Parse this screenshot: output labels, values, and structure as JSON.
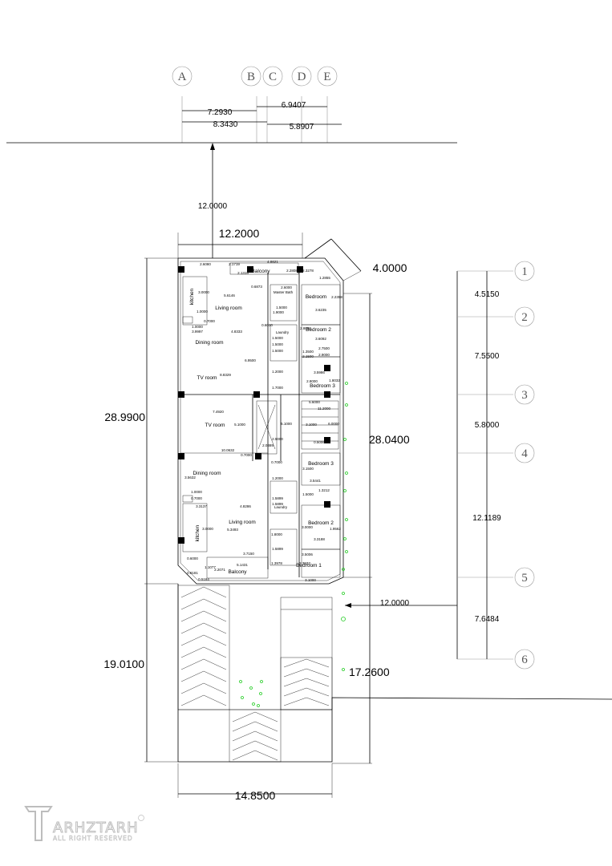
{
  "grid_axes_top": [
    "A",
    "B",
    "C",
    "D",
    "E"
  ],
  "grid_axes_right": [
    "1",
    "2",
    "3",
    "4",
    "5",
    "6"
  ],
  "dims_top": {
    "d1": "7.2930",
    "d2": "6.9407",
    "d3": "8.3430",
    "d4": "5.8907"
  },
  "dims_main": {
    "setback": "12.0000",
    "width_top": "12.2000",
    "corner": "4.0000",
    "left_total": "28.9900",
    "right_total": "28.0400",
    "side_12": "12.0000",
    "left_lower": "19.0100",
    "right_lower": "17.2600",
    "width_bottom": "14.8500"
  },
  "dims_right_grid": [
    "4.5150",
    "7.5500",
    "5.8000",
    "12.1189",
    "7.6484"
  ],
  "rooms": {
    "balcony_top": "Balcony",
    "kitchen_top": "kitchen",
    "living_top": "Living room",
    "dining_top": "Dining room",
    "tv_top": "TV room",
    "bedroom_top": "Bedroom",
    "bedroom2_top": "Bedroom 2",
    "bedroom3_top": "Bedroom 3",
    "master_bath": "Master Bath",
    "laundry_top": "Laundry",
    "tv_bottom": "TV room",
    "dining_bottom": "Dining room",
    "living_bottom": "Living room",
    "kitchen_bottom": "kitchen",
    "balcony_bottom": "Balcony",
    "bedroom3_bottom": "Bedroom 3",
    "bedroom2_bottom": "Bedroom 2",
    "bedroom1_bottom": "Bedroom 1",
    "laundry_bottom": "Laundry"
  },
  "small_dims": [
    "2.6080",
    "2.1719",
    "4.8621",
    "2.1319",
    "0.6873",
    "2.2808",
    "2.3278",
    "1.2855",
    "3.0000",
    "1.0000",
    "0.7000",
    "1.0000",
    "3.9997",
    "4.8333",
    "5.6146",
    "6.9500",
    "8.8329",
    "2.6000",
    "1.5000",
    "1.9000",
    "0.6000",
    "1.5000",
    "1.5000",
    "1.5000",
    "1.2000",
    "1.7000",
    "2.8000",
    "3.6235",
    "2.2358",
    "3.6092",
    "1.3500",
    "2.1500",
    "2.7500",
    "2.9000",
    "3.5986",
    "1.8032",
    "2.8000",
    "7.4920",
    "5.1000",
    "10.0632",
    "0.7000",
    "0.7000",
    "3.5632",
    "1.0000",
    "0.7000",
    "3.3137",
    "4.8286",
    "3.0000",
    "5.3493",
    "0.6000",
    "0.8181",
    "1.1077",
    "0.5184",
    "2.2071",
    "3.7150",
    "5.1431",
    "2.0389",
    "5.1000",
    "1.2000",
    "3.1500",
    "3.5441",
    "1.3212",
    "1.5000",
    "1.9562",
    "3.3188",
    "3.0000",
    "3.5006",
    "2.3933",
    "3.1000",
    "1.5899",
    "1.5899",
    "1.8000",
    "1.3978",
    "1.5899",
    "5.6000",
    "11.2000",
    "6.0000",
    "3.1000",
    "0.5006",
    "2.5000"
  ],
  "watermark": {
    "brand": "ARHZTARH",
    "tag": "ALL RIGHT RESERVED"
  },
  "colors": {
    "line": "#000000",
    "grid_circle": "#555555",
    "tree": "#22cc22",
    "watermark": "#bdbdbd"
  }
}
